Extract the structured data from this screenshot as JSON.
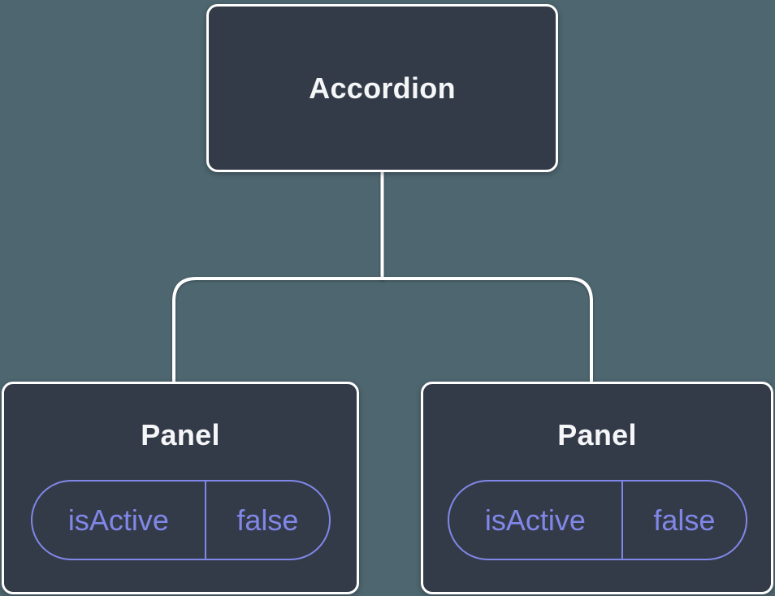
{
  "diagram": {
    "root_node": {
      "label": "Accordion"
    },
    "panel_nodes": [
      {
        "label": "Panel",
        "prop": {
          "name": "isActive",
          "value": "false"
        }
      },
      {
        "label": "Panel",
        "prop": {
          "name": "isActive",
          "value": "false"
        }
      }
    ]
  },
  "colors": {
    "background": "#4E666F",
    "node_fill": "#343B48",
    "node_border": "#FFFFFF",
    "node_title_text": "#F5F6F8",
    "prop_accent": "#8187E8",
    "connector": "#FFFFFF"
  }
}
